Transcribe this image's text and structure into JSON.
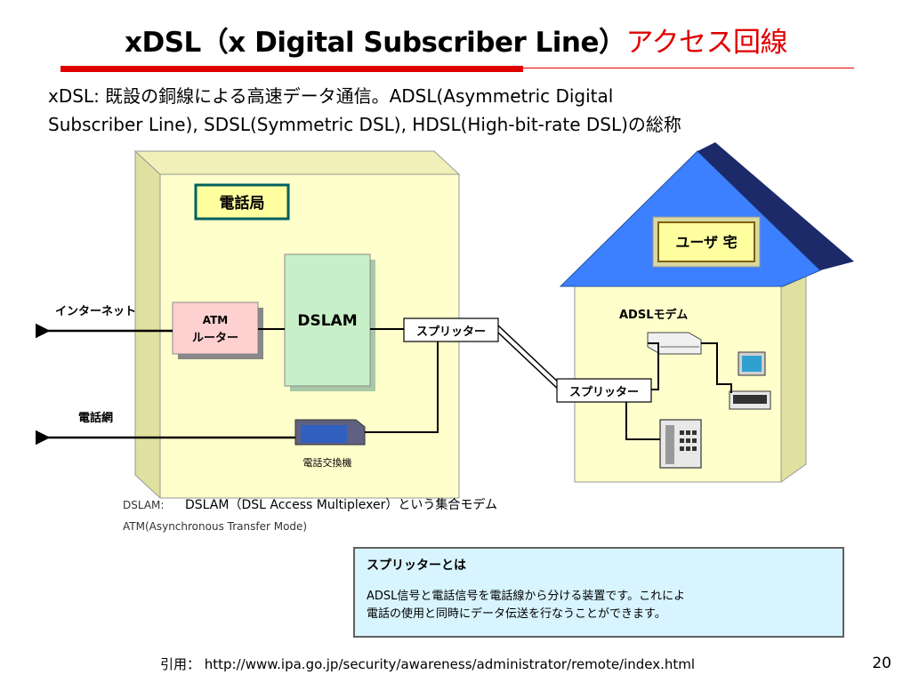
{
  "slide": {
    "title_main": "xDSL（x Digital Subscriber Line）",
    "title_accent": "アクセス回線",
    "subtitle_line1": "xDSL: 既設の銅線による高速データ通信。ADSL(Asymmetric Digital",
    "subtitle_line2": "Subscriber Line), SDSL(Symmetric DSL), HDSL(High-bit-rate DSL)の総称",
    "footer": "引用：  http://www.ipa.go.jp/security/awareness/administrator/remote/index.html",
    "page_number": "20",
    "accent_color": "#e00000"
  },
  "diagram": {
    "office_label": "電話局",
    "home_label": "ユーザ 宅",
    "internet_label": "インターネット",
    "phone_network_label": "電話網",
    "atm_router_line1": "ATM",
    "atm_router_line2": "ルーター",
    "dslam_label": "DSLAM",
    "splitter_office_label": "スプリッター",
    "splitter_home_label": "スプリッター",
    "exchange_label": "電話交換機",
    "adsl_modem_label": "ADSLモデム",
    "dslam_note_prefix": "DSLAM:",
    "dslam_note": "DSLAM（DSL Access Multiplexer）という集合モデム",
    "atm_note": "ATM(Asynchronous Transfer Mode)",
    "splitter_box_title": "スプリッターとは",
    "splitter_box_line1": "ADSL信号と電話信号を電話線から分ける装置です。これによ",
    "splitter_box_line2": "電話の使用と同時にデータ伝送を行なうことができます。",
    "colors": {
      "building_fill": "#ffffcc",
      "roof_fill": "#3d80ff",
      "label_box_fill": "#ffffa0",
      "dslam_fill": "#c8f0c8",
      "router_fill": "#ffd0d0",
      "info_box_fill": "#d8f4ff"
    }
  }
}
